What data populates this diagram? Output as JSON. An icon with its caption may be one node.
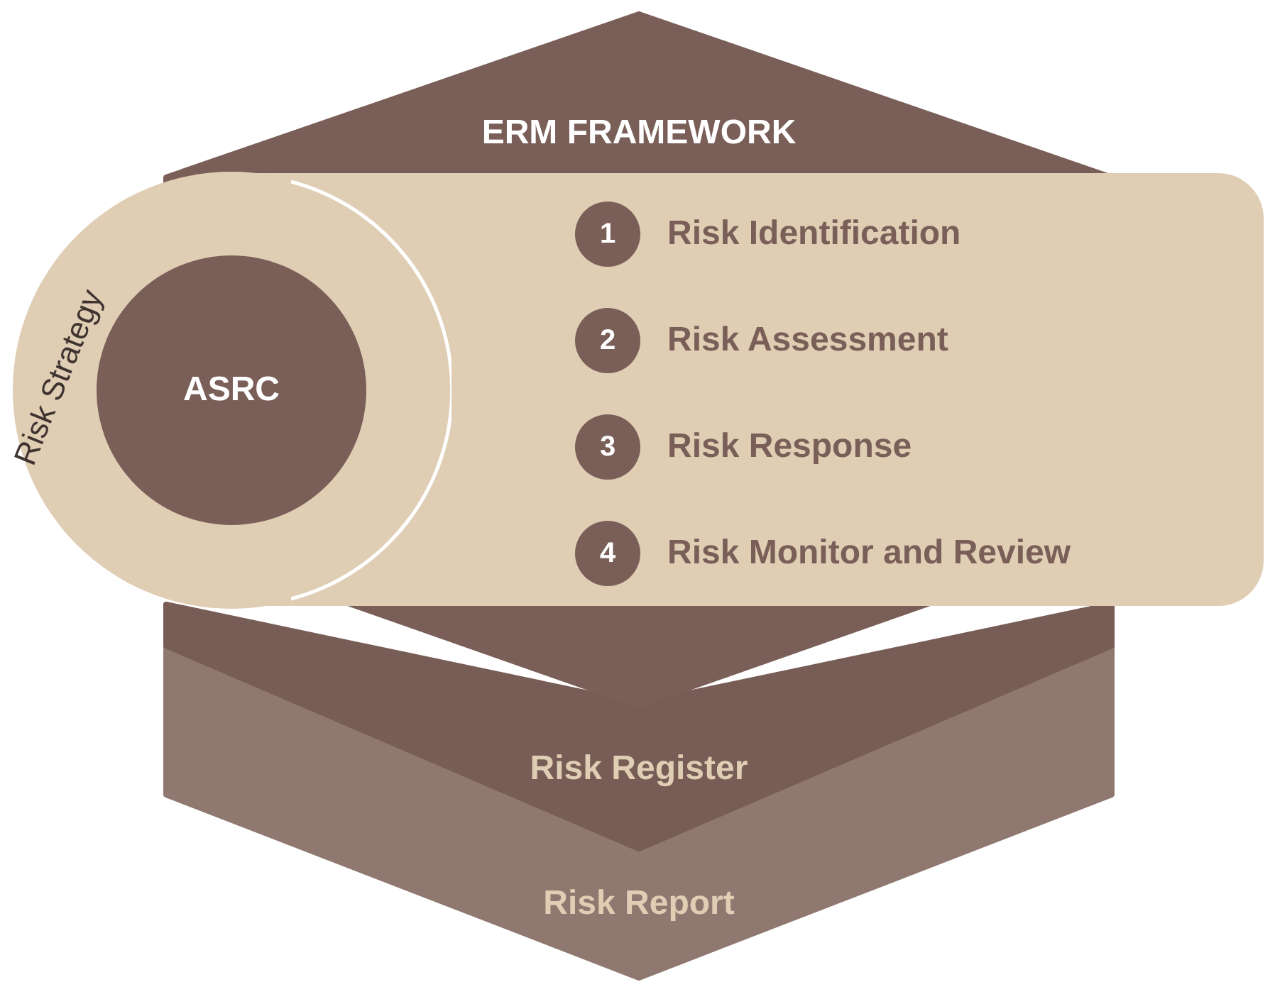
{
  "diagram": {
    "nodes": [
      {
        "text": [
          "ERM FRAMEWORK"
        ]
      },
      {
        "text": [
          "Risk Register"
        ]
      },
      {
        "text": [
          "Risk Report"
        ]
      },
      {
        "text": [],
        "shape": "box"
      },
      {
        "text": [
          "Risk Strategy"
        ]
      },
      {
        "text": [
          "ASRC"
        ],
        "in": 4
      },
      {
        "text": [
          "1"
        ],
        "in": 3
      },
      {
        "text": [
          "2"
        ],
        "in": 3
      },
      {
        "text": [
          "3"
        ],
        "in": 3
      },
      {
        "text": [
          "4"
        ],
        "in": 3
      }
    ],
    "edges": [],
    "labels": [
      "Risk Identification",
      "Risk Assessment",
      "Risk Response",
      "Risk Monitor and Review"
    ]
  }
}
